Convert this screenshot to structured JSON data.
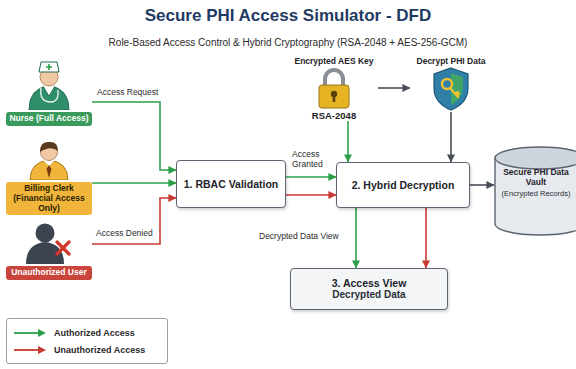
{
  "diagram": {
    "title": "Secure PHI Access Simulator - DFD",
    "nodes": [
      {
        "text": [
          "Nurse (Full Access)"
        ]
      },
      {
        "text": [
          "Billing Clerk (Financial Access Only)"
        ]
      },
      {
        "text": [
          "Unauthorized User"
        ]
      },
      {
        "text": [
          "1. RBAC Validation"
        ]
      },
      {
        "text": [
          "2. Hybrid Decryption"
        ]
      },
      {
        "text": [
          "3. Access View",
          "Decrypted Data"
        ]
      },
      {
        "text": [
          "Secure PHI Data Vault",
          "(Encrypted Records)"
        ]
      },
      {
        "text": [
          "Encrypted AES Key",
          "RSA-2048"
        ]
      },
      {
        "text": [
          "Decrypt PHI Data"
        ]
      }
    ],
    "edges": [
      {
        "from": 0,
        "to": 3,
        "label": "Access Request",
        "arrow": "to"
      },
      {
        "from": 1,
        "to": 3,
        "arrow": "to"
      },
      {
        "from": 2,
        "to": 3,
        "label": "Access Denied",
        "arrow": "to"
      },
      {
        "from": 3,
        "to": 4,
        "label": "Access Granted",
        "arrow": "to"
      },
      {
        "from": 3,
        "to": 4,
        "arrow": "to"
      },
      {
        "from": 7,
        "to": 4,
        "arrow": "to"
      },
      {
        "from": 7,
        "to": 8,
        "arrow": "to"
      },
      {
        "from": 8,
        "to": 4,
        "arrow": "to"
      },
      {
        "from": 4,
        "to": 6,
        "arrow": "to"
      },
      {
        "from": 4,
        "to": 5,
        "label": "Decrypted Data View",
        "arrow": "to"
      },
      {
        "from": 4,
        "to": 5,
        "arrow": "to"
      }
    ],
    "labels": [
      "Role-Based Access Control & Hybrid Cryptography (RSA-2048 + AES-256-GCM)"
    ],
    "legend": [
      {
        "text": "Authorized Access"
      },
      {
        "text": "Unauthorized Access"
      }
    ]
  }
}
